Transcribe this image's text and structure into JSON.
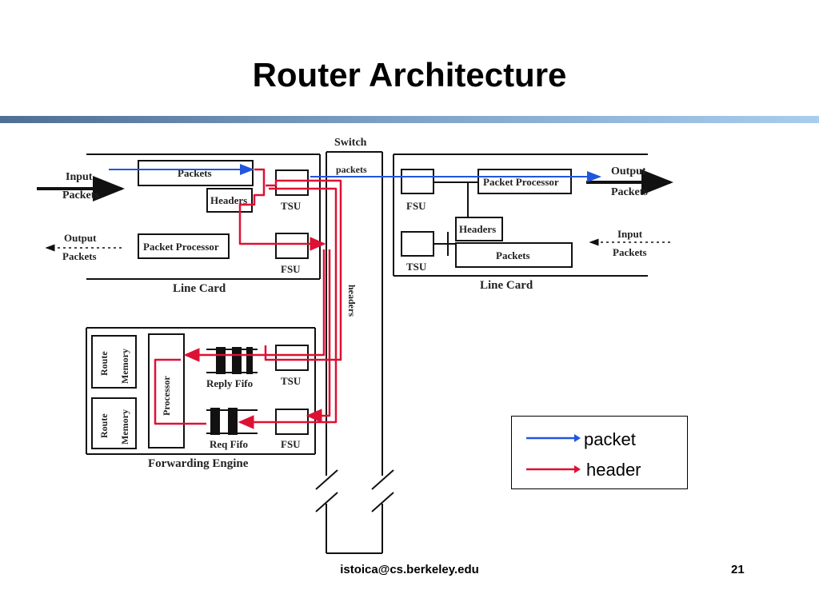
{
  "slide": {
    "title": "Router Architecture",
    "footer_email": "istoica@cs.berkeley.edu",
    "page_number": "21"
  },
  "diagram": {
    "switch_label": "Switch",
    "switch_packets_label": "packets",
    "switch_headers_label": "headers",
    "left_line_card": {
      "label": "Line Card",
      "input_label_1": "Input",
      "input_label_2": "Packets",
      "output_label_1": "Output",
      "output_label_2": "Packets",
      "packets_box": "Packets",
      "headers_box": "Headers",
      "packet_processor_box": "Packet Processor",
      "tsu": "TSU",
      "fsu": "FSU"
    },
    "right_line_card": {
      "label": "Line Card",
      "output_label_1": "Output",
      "output_label_2": "Packets",
      "input_label_1": "Input",
      "input_label_2": "Packets",
      "packet_processor_box": "Packet Processor",
      "headers_box": "Headers",
      "packets_box": "Packets",
      "fsu": "FSU",
      "tsu": "TSU"
    },
    "forwarding_engine": {
      "label": "Forwarding Engine",
      "route_memory_1a": "Route",
      "route_memory_1b": "Memory",
      "route_memory_2a": "Route",
      "route_memory_2b": "Memory",
      "processor": "Processor",
      "reply_fifo": "Reply Fifo",
      "req_fifo": "Req Fifo",
      "tsu": "TSU",
      "fsu": "FSU"
    }
  },
  "legend": {
    "packet_label": "packet",
    "header_label": "header",
    "packet_color": "#2255dd",
    "header_color": "#dd1133"
  }
}
